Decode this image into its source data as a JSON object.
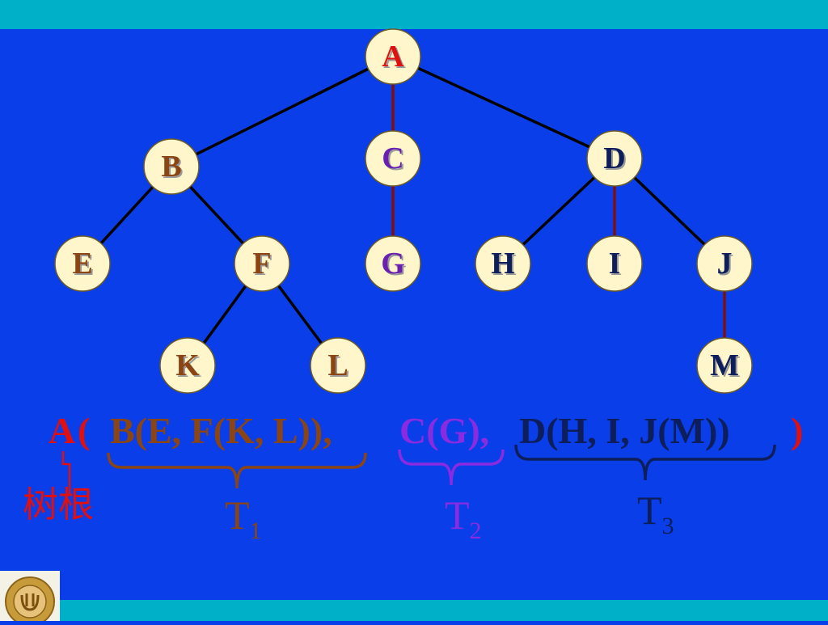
{
  "colors": {
    "background": "#0a3ee8",
    "band": "#00b0c8",
    "node_fill": "#fff6cc",
    "root_red": "#e01010",
    "t1_brown": "#8b4513",
    "t2_purple": "#8a2be2",
    "t3_navy": "#0d1e5a",
    "edge_dark": "#7a1010"
  },
  "tree": {
    "nodes": [
      {
        "id": "A",
        "label": "A",
        "color": "#e01010"
      },
      {
        "id": "B",
        "label": "B",
        "color": "#8b4513"
      },
      {
        "id": "C",
        "label": "C",
        "color": "#6a1fb0"
      },
      {
        "id": "D",
        "label": "D",
        "color": "#0d1e5a"
      },
      {
        "id": "E",
        "label": "E",
        "color": "#8b4513"
      },
      {
        "id": "F",
        "label": "F",
        "color": "#8b4513"
      },
      {
        "id": "G",
        "label": "G",
        "color": "#6a1fb0"
      },
      {
        "id": "H",
        "label": "H",
        "color": "#0d1e5a"
      },
      {
        "id": "I",
        "label": "I",
        "color": "#0d1e5a"
      },
      {
        "id": "J",
        "label": "J",
        "color": "#0d1e5a"
      },
      {
        "id": "K",
        "label": "K",
        "color": "#8b4513"
      },
      {
        "id": "L",
        "label": "L",
        "color": "#8b4513"
      },
      {
        "id": "M",
        "label": "M",
        "color": "#0d1e5a"
      }
    ],
    "edges": [
      [
        "A",
        "B"
      ],
      [
        "A",
        "C"
      ],
      [
        "A",
        "D"
      ],
      [
        "B",
        "E"
      ],
      [
        "B",
        "F"
      ],
      [
        "F",
        "K"
      ],
      [
        "F",
        "L"
      ],
      [
        "C",
        "G"
      ],
      [
        "D",
        "H"
      ],
      [
        "D",
        "I"
      ],
      [
        "D",
        "J"
      ],
      [
        "J",
        "M"
      ]
    ]
  },
  "expression": {
    "root": "A",
    "open_paren": "(",
    "t1": "B(E, F(K, L)),",
    "t2": "C(G),",
    "t3": "D(H, I, J(M))",
    "close_paren": ")"
  },
  "labels": {
    "root_label": "树根",
    "t1": {
      "main": "T",
      "sub": "1"
    },
    "t2": {
      "main": "T",
      "sub": "2"
    },
    "t3": {
      "main": "T",
      "sub": "3"
    }
  },
  "logo": {
    "icon": "university-seal-icon"
  }
}
